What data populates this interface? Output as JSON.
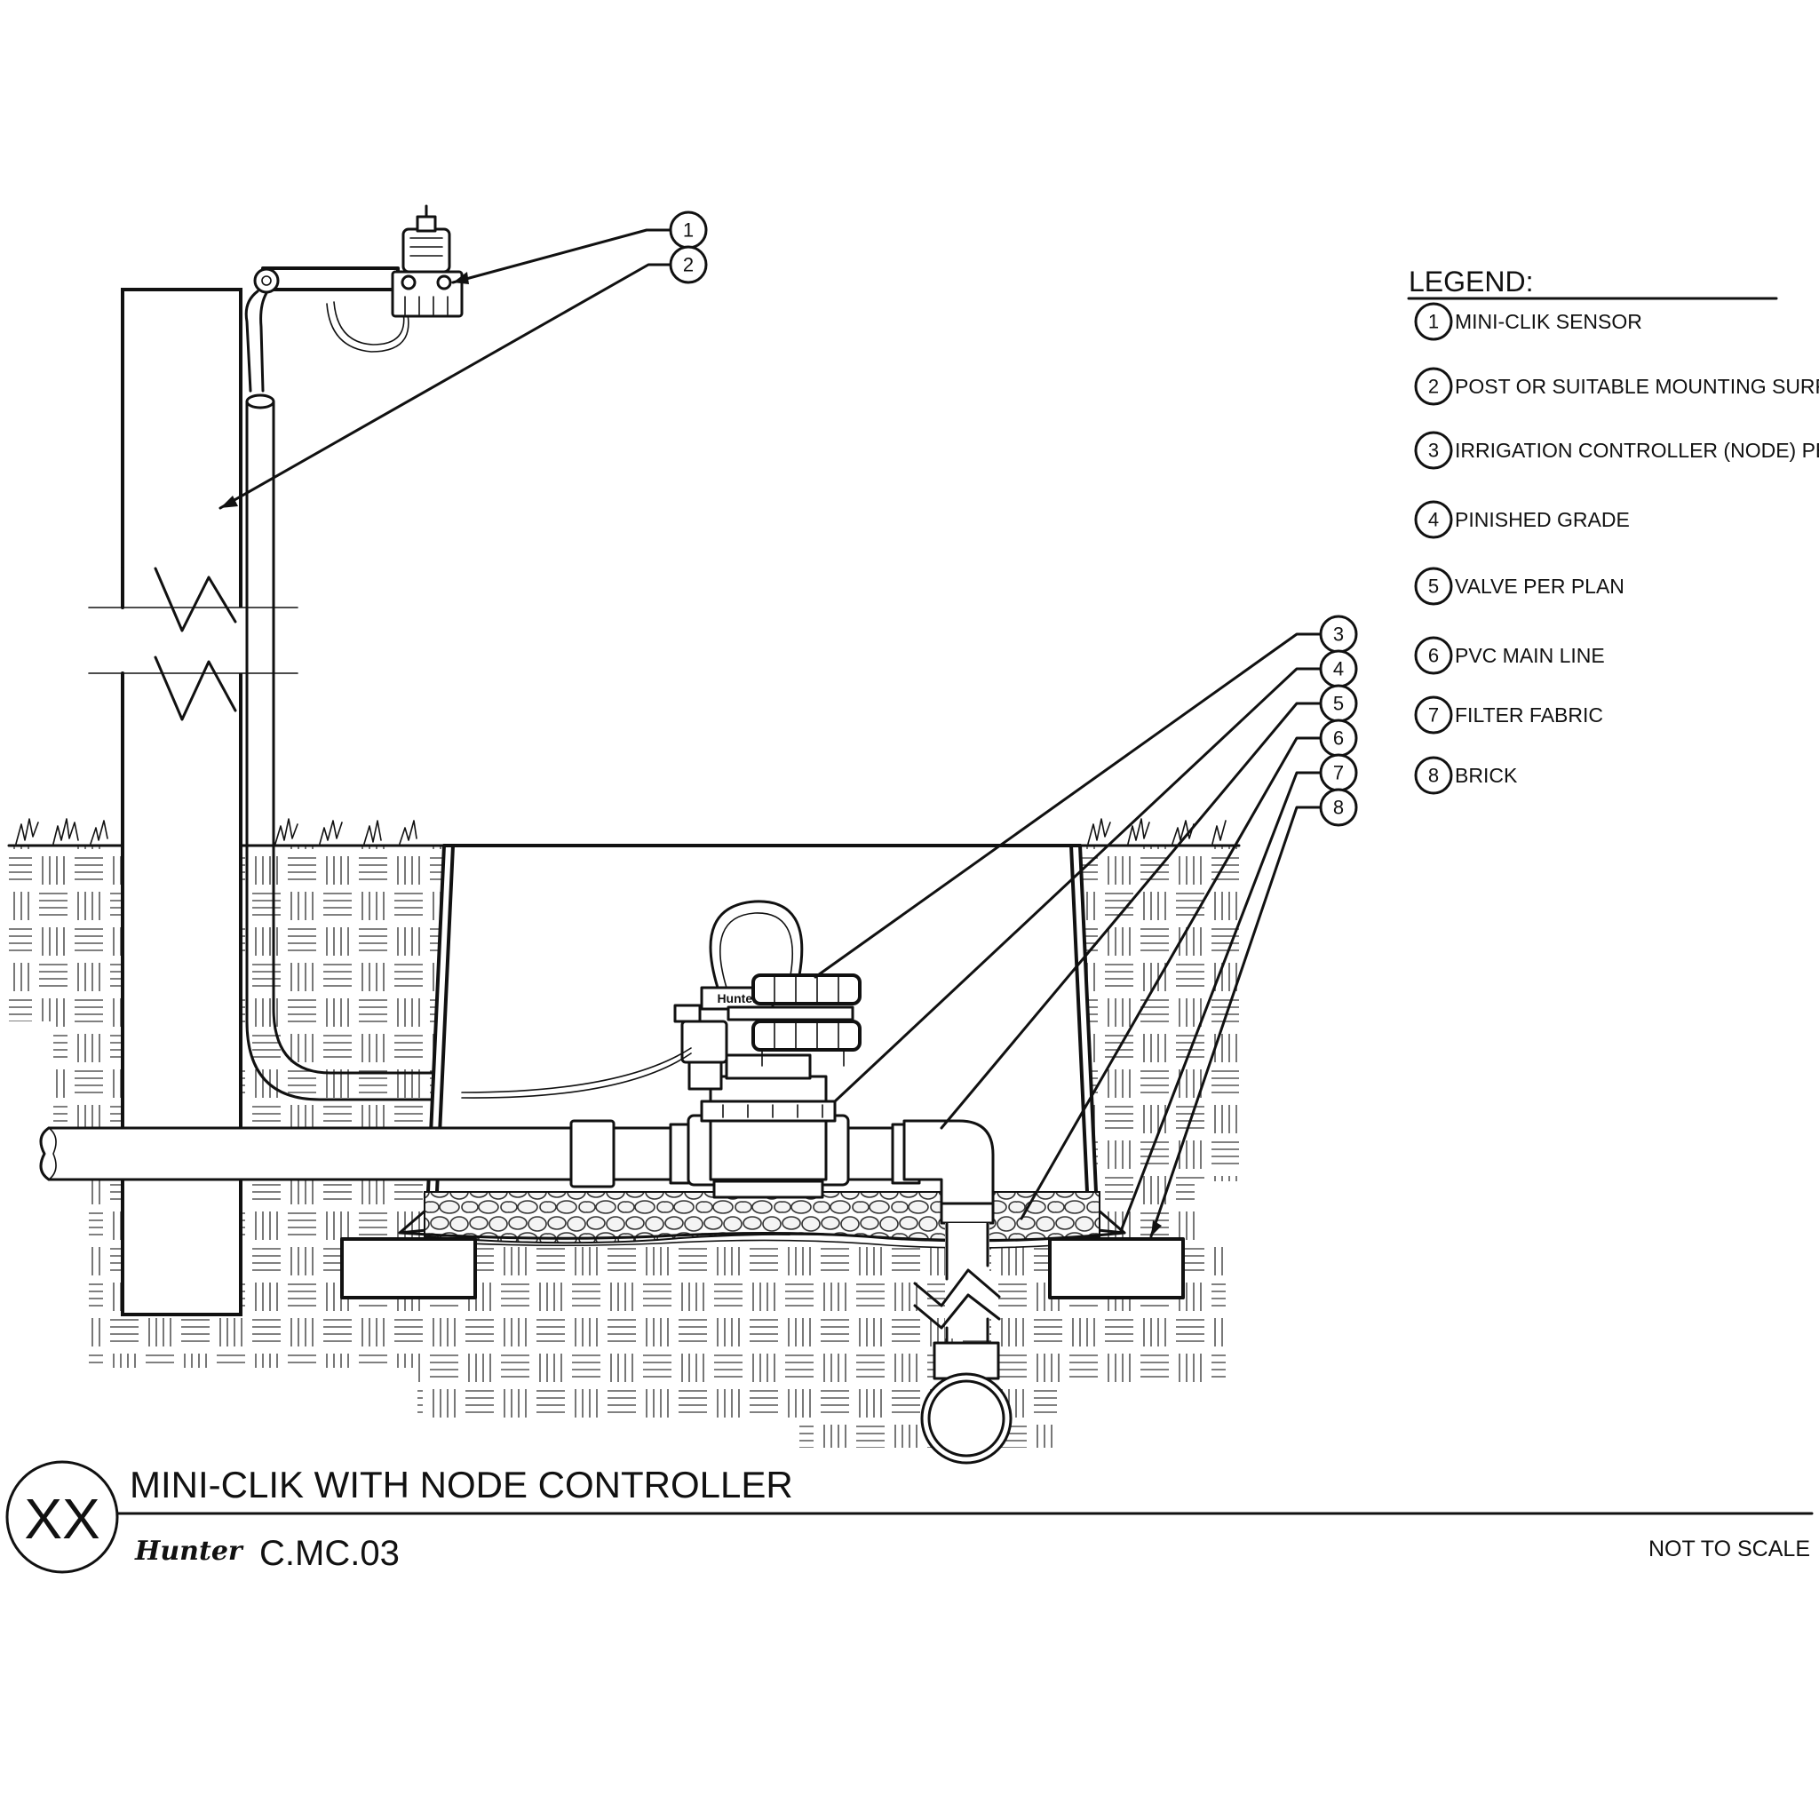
{
  "legend": {
    "title": "LEGEND:",
    "items": [
      {
        "num": "1",
        "label": "MINI-CLIK SENSOR"
      },
      {
        "num": "2",
        "label": "POST OR SUITABLE MOUNTING SURFACE"
      },
      {
        "num": "3",
        "label": "IRRIGATION CONTROLLER (NODE) PER PLAN"
      },
      {
        "num": "4",
        "label": "PINISHED GRADE"
      },
      {
        "num": "5",
        "label": "VALVE PER PLAN"
      },
      {
        "num": "6",
        "label": "PVC MAIN LINE"
      },
      {
        "num": "7",
        "label": "FILTER FABRIC"
      },
      {
        "num": "8",
        "label": "BRICK"
      }
    ]
  },
  "callouts": [
    "1",
    "2",
    "3",
    "4",
    "5",
    "6",
    "7",
    "8"
  ],
  "title_block": {
    "detail_symbol": "XX",
    "title": "MINI-CLIK WITH NODE CONTROLLER",
    "brand": "Hunter",
    "drawing_number": "C.MC.03",
    "scale_note": "NOT TO SCALE"
  },
  "controller_label": "Hunter"
}
